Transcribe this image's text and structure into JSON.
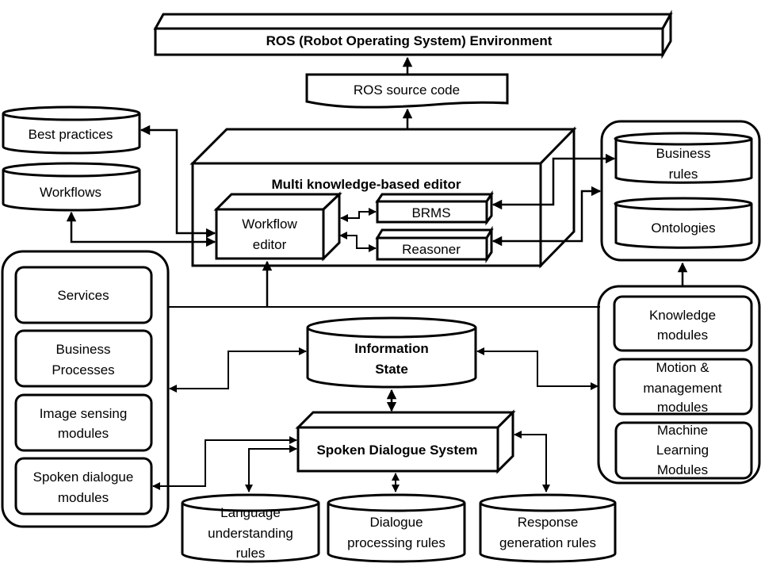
{
  "diagram": {
    "ros_environment": "ROS (Robot Operating System) Environment",
    "ros_source_code": "ROS source code",
    "editor": {
      "title": "Multi knowledge-based editor",
      "workflow_editor": [
        "Workflow",
        "editor"
      ],
      "brms": "BRMS",
      "reasoner": "Reasoner"
    },
    "left_stores": {
      "best_practices": "Best practices",
      "workflows": "Workflows"
    },
    "right_stores": {
      "business_rules": [
        "Business",
        "rules"
      ],
      "ontologies": "Ontologies"
    },
    "left_modules": [
      [
        "Services"
      ],
      [
        "Business",
        "Processes"
      ],
      [
        "Image sensing",
        "modules"
      ],
      [
        "Spoken dialogue",
        "modules"
      ]
    ],
    "right_modules": [
      [
        "Knowledge",
        "modules"
      ],
      [
        "Motion &",
        "management",
        "modules"
      ],
      [
        "Machine",
        "Learning",
        "Modules"
      ]
    ],
    "information_state": [
      "Information",
      "State"
    ],
    "spoken_dialogue_system": "Spoken Dialogue System",
    "rule_stores": [
      [
        "Language",
        "understanding",
        "rules"
      ],
      [
        "Dialogue",
        "processing rules"
      ],
      [
        "Response",
        "generation rules"
      ]
    ]
  }
}
